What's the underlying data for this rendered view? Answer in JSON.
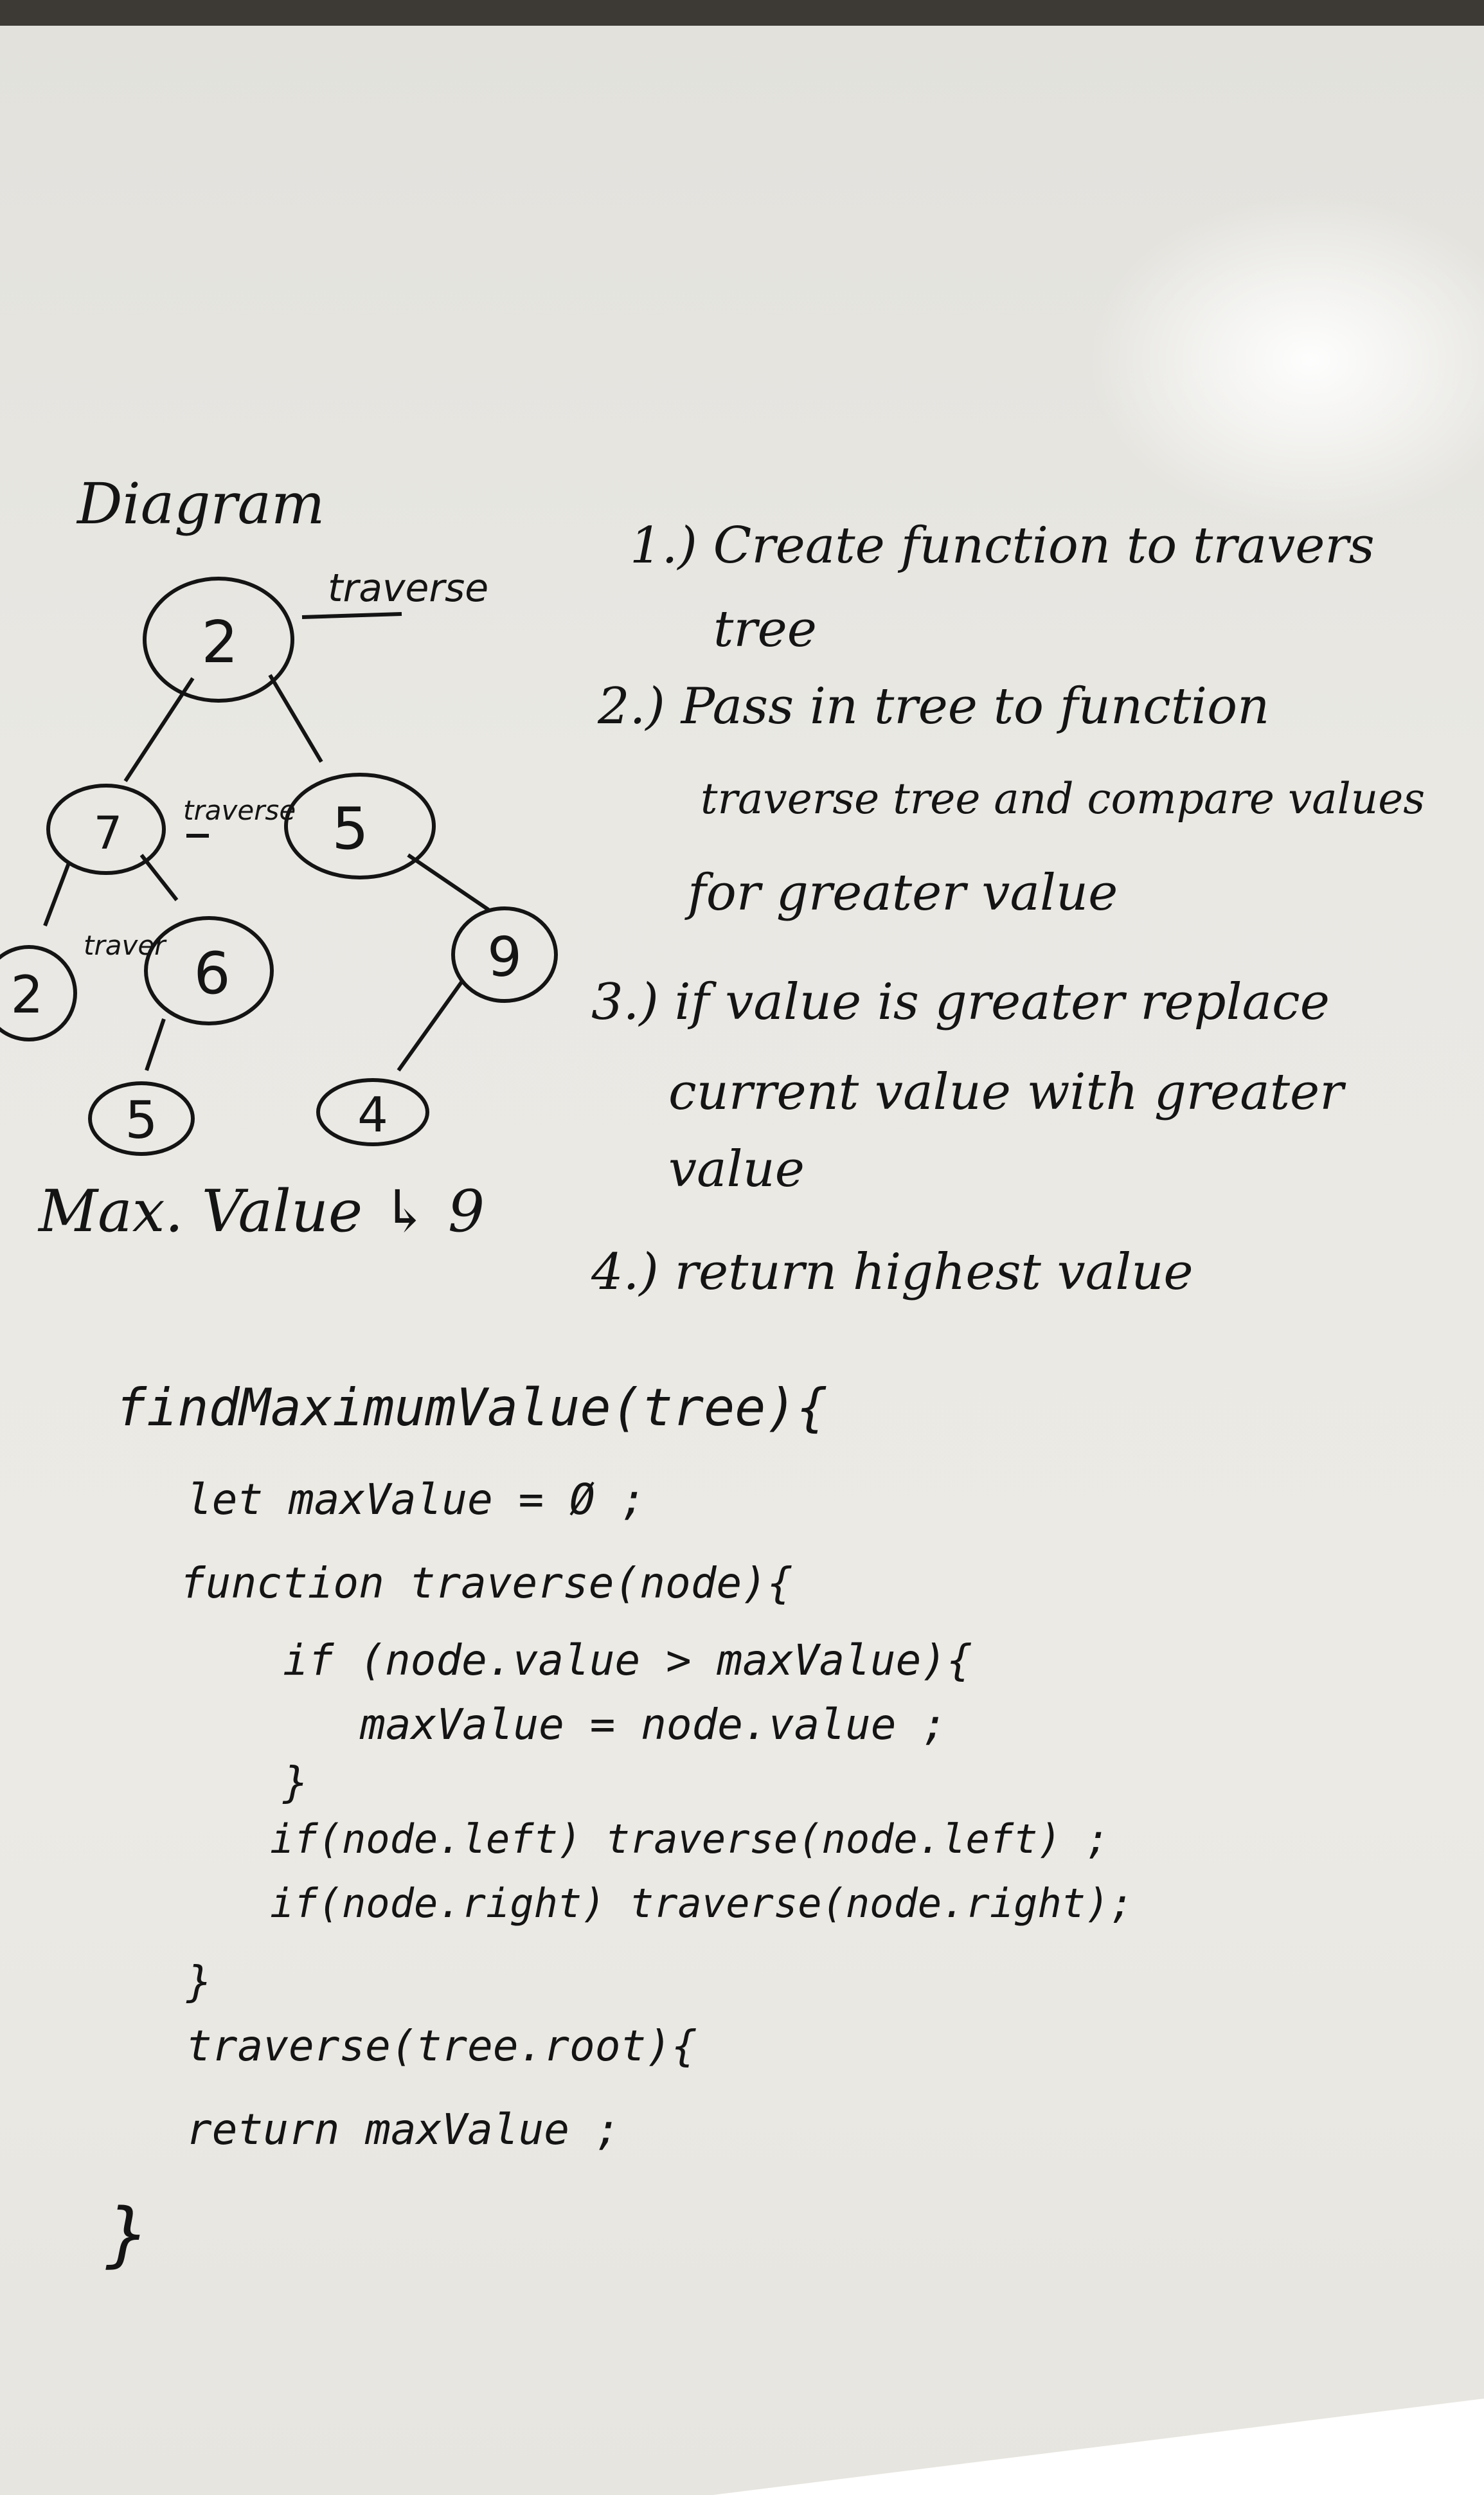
{
  "diagram": {
    "title": "Diagram",
    "edge_label": "traverse",
    "nodes": [
      {
        "id": "root",
        "value": "2"
      },
      {
        "id": "left",
        "value": "7"
      },
      {
        "id": "right",
        "value": "5"
      },
      {
        "id": "left-left",
        "value": "2"
      },
      {
        "id": "left-right",
        "value": "6"
      },
      {
        "id": "left-right-left",
        "value": "5"
      },
      {
        "id": "right-right",
        "value": "9"
      },
      {
        "id": "right-right-left",
        "value": "4"
      }
    ],
    "edges": [
      [
        "root",
        "left"
      ],
      [
        "root",
        "right"
      ],
      [
        "left",
        "left-left"
      ],
      [
        "left",
        "left-right"
      ],
      [
        "left-right",
        "left-right-left"
      ],
      [
        "right",
        "right-right"
      ],
      [
        "right-right",
        "right-right-left"
      ]
    ],
    "traverse_labels": [
      "traverse",
      "traverse",
      "traver"
    ],
    "max_label": "Max. Value",
    "max_arrow": "↳",
    "max_result": "9"
  },
  "steps": [
    {
      "number": "1.)",
      "lines": [
        "Create function to travers",
        "tree"
      ]
    },
    {
      "number": "2.)",
      "lines": [
        "Pass in tree to function",
        "traverse tree and compare values",
        "for greater value"
      ]
    },
    {
      "number": "3.)",
      "lines": [
        "if value is greater replace",
        "current value with greater",
        "value"
      ]
    },
    {
      "number": "4.)",
      "lines": [
        "return highest value"
      ]
    }
  ],
  "code": [
    "findMaximumValue(tree){",
    "let maxValue = Ø ;",
    "function traverse(node){",
    "if (node.value > maxValue){",
    "maxValue = node.value ;",
    "}",
    "if(node.left) traverse(node.left) ;",
    "if(node.right) traverse(node.right);",
    "}",
    "traverse(tree.root){",
    "return maxValue ;",
    "}"
  ]
}
